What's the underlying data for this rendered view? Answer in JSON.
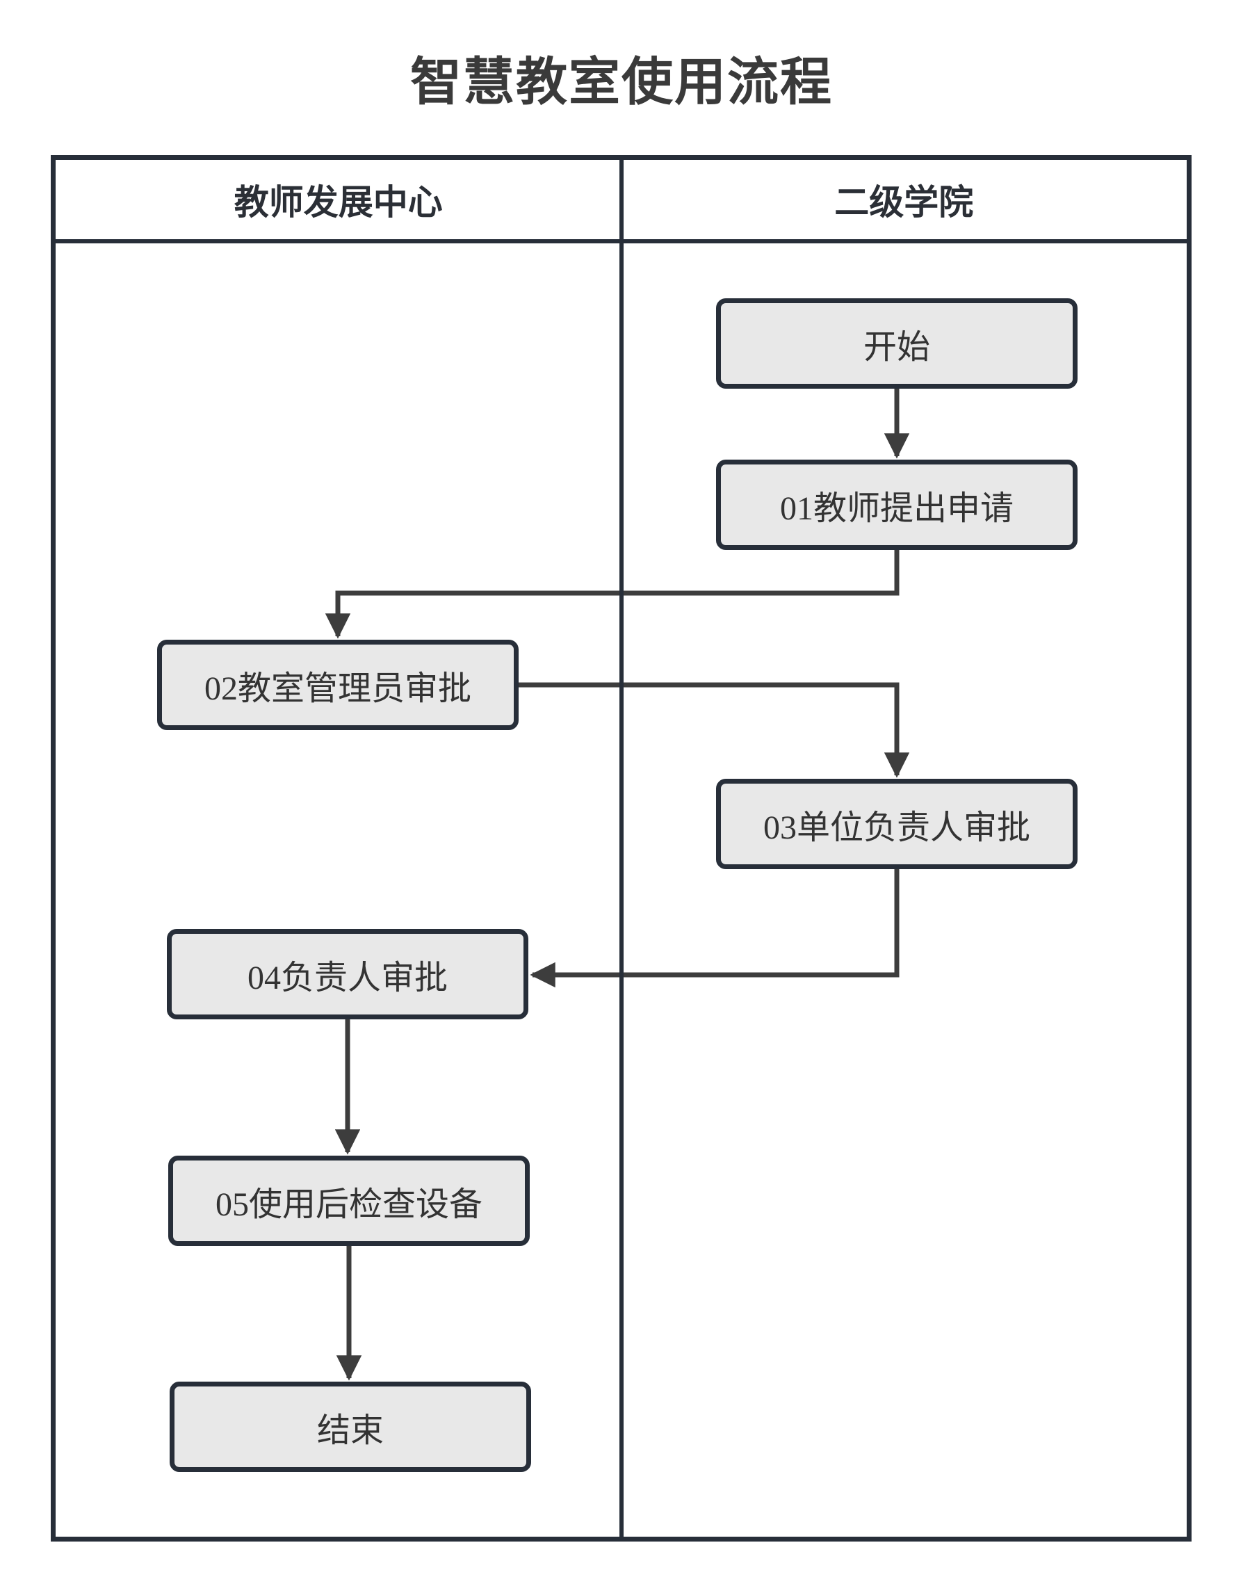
{
  "title": "智慧教室使用流程",
  "lanes": [
    {
      "label": "教师发展中心"
    },
    {
      "label": "二级学院"
    }
  ],
  "nodes": [
    {
      "id": "start",
      "label": "开始",
      "lane": "二级学院"
    },
    {
      "id": "step01",
      "label": "01教师提出申请",
      "lane": "二级学院"
    },
    {
      "id": "step02",
      "label": "02教室管理员审批",
      "lane": "教师发展中心"
    },
    {
      "id": "step03",
      "label": "03单位负责人审批",
      "lane": "二级学院"
    },
    {
      "id": "step04",
      "label": "04负责人审批",
      "lane": "教师发展中心"
    },
    {
      "id": "step05",
      "label": "05使用后检查设备",
      "lane": "教师发展中心"
    },
    {
      "id": "end",
      "label": "结束",
      "lane": "教师发展中心"
    }
  ],
  "edges": [
    {
      "from": "start",
      "to": "step01"
    },
    {
      "from": "step01",
      "to": "step02"
    },
    {
      "from": "step02",
      "to": "step03"
    },
    {
      "from": "step03",
      "to": "step04"
    },
    {
      "from": "step04",
      "to": "step05"
    },
    {
      "from": "step05",
      "to": "end"
    }
  ],
  "colors": {
    "background": "#ffffff",
    "frame_border": "#272e39",
    "node_fill": "#e8e8e8",
    "node_border": "#272e39",
    "connector": "#3d3d3d",
    "title_text": "#3a3a3a"
  }
}
